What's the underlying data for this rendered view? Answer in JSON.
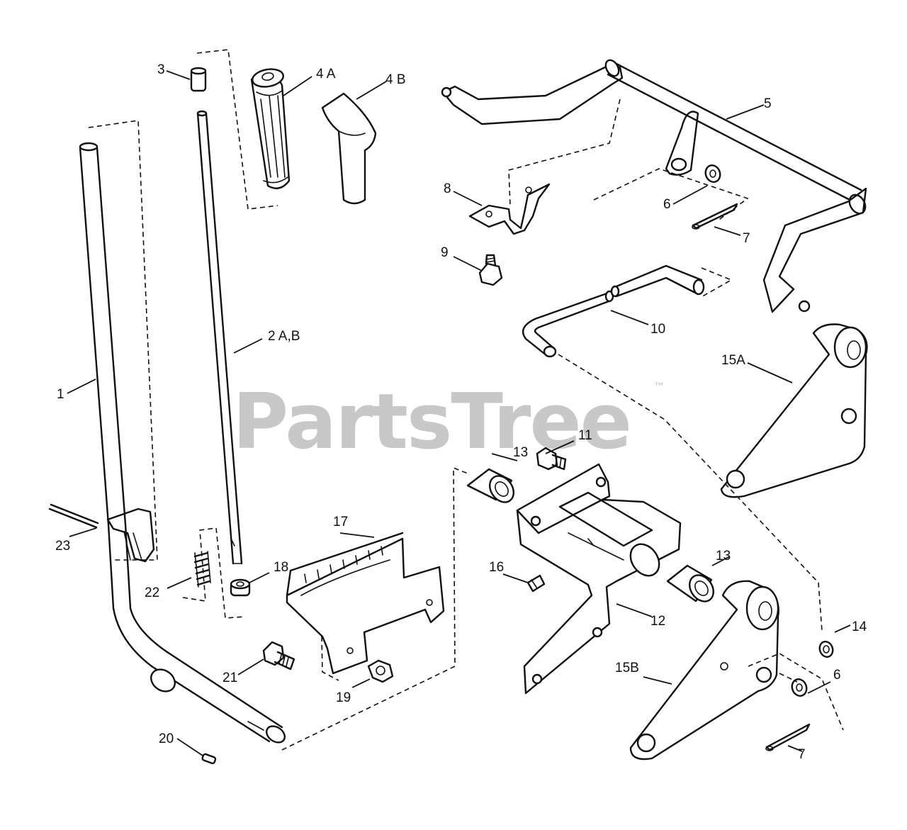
{
  "watermark": {
    "text": "PartsTree",
    "trademark": "™"
  },
  "callouts": {
    "c1": "1",
    "c2": "2 A,B",
    "c3": "3",
    "c4a": "4 A",
    "c4b": "4 B",
    "c5": "5",
    "c6a": "6",
    "c6b": "6",
    "c7a": "7",
    "c7b": "7",
    "c8": "8",
    "c9": "9",
    "c10": "10",
    "c11": "11",
    "c12": "12",
    "c13a": "13",
    "c13b": "13",
    "c14": "14",
    "c15a": "15A",
    "c15b": "15B",
    "c16": "16",
    "c17": "17",
    "c18": "18",
    "c19": "19",
    "c20": "20",
    "c21": "21",
    "c22": "22",
    "c23": "23"
  }
}
